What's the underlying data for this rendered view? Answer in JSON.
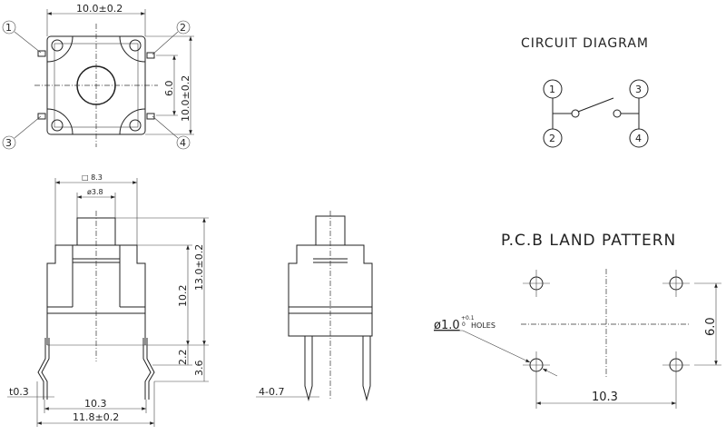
{
  "top_view": {
    "width_dim": "10.0±0.2",
    "height_dim": "10.0±0.2",
    "pin_spacing_dim": "6.0",
    "pins": [
      "1",
      "2",
      "3",
      "4"
    ]
  },
  "front_view": {
    "square_dim": "□ 8.3",
    "plunger_dim": "ø3.8",
    "height_total": "13.0±0.2",
    "height_body": "10.2",
    "leg_short": "2.2",
    "leg_long": "3.6",
    "thickness": "t0.3",
    "inner_width": "10.3",
    "outer_width": "11.8±0.2"
  },
  "side_view": {
    "leg_dim": "4-0.7"
  },
  "circuit": {
    "title": "CIRCUIT DIAGRAM",
    "pins": [
      "1",
      "3",
      "2",
      "4"
    ]
  },
  "pcb": {
    "title": "P.C.B LAND PATTERN",
    "hole_label": "ø1.0",
    "hole_tol_upper": "+0.1",
    "hole_tol_lower": "0",
    "hole_suffix": "HOLES",
    "spacing_h": "10.3",
    "spacing_v": "6.0"
  }
}
